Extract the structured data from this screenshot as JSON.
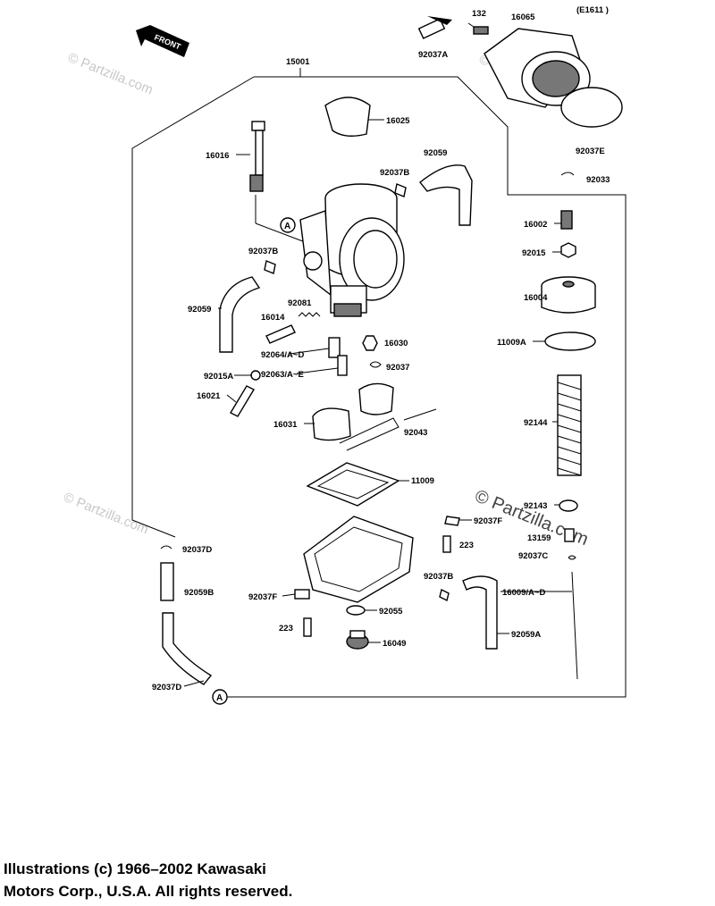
{
  "diagram": {
    "code": "(E1611 )",
    "front_label": "FRONT",
    "watermark": "© Partzilla.com",
    "callout_a": "A",
    "labels": {
      "p15001": "15001",
      "p132": "132",
      "p16065": "16065",
      "p92037A": "92037A",
      "p16025": "16025",
      "p92059_top": "92059",
      "p92037E": "92037E",
      "p16016": "16016",
      "p92037B_top": "92037B",
      "p92033": "92033",
      "p16002": "16002",
      "p92037B_left": "92037B",
      "p92015": "92015",
      "p92081": "92081",
      "p16004": "16004",
      "p92059_left": "92059",
      "p16014": "16014",
      "p16030": "16030",
      "p11009A": "11009A",
      "p92064": "92064/A~D",
      "p92063": "92063/A~E",
      "p92037": "92037",
      "p92015A": "92015A",
      "p16021": "16021",
      "p92144": "92144",
      "p16031": "16031",
      "p92043": "92043",
      "p11009": "11009",
      "p92143": "92143",
      "p92037F_right": "92037F",
      "p13159": "13159",
      "p92037D_top": "92037D",
      "p223_right": "223",
      "p92037C": "92037C",
      "p92037B_bottom": "92037B",
      "p92059B": "92059B",
      "p16009": "16009/A~D",
      "p92037F_left": "92037F",
      "p92055": "92055",
      "p223_left": "223",
      "p92059A": "92059A",
      "p16049": "16049",
      "p92037D_bottom": "92037D"
    }
  },
  "copyright": {
    "line1": "Illustrations (c) 1966–2002 Kawasaki",
    "line2": "Motors Corp., U.S.A.  All rights reserved."
  }
}
